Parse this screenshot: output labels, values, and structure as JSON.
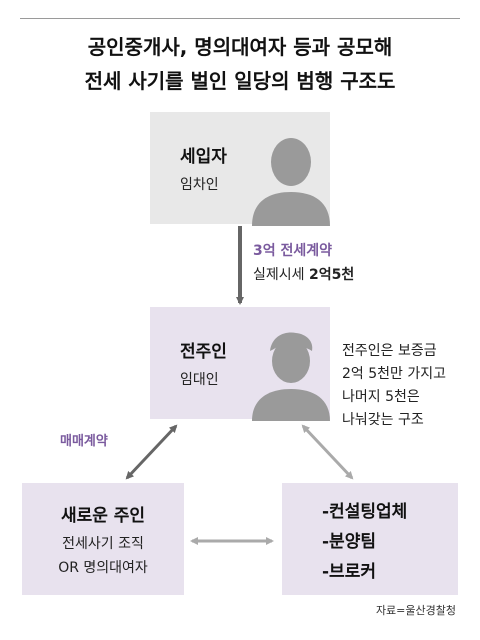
{
  "title": {
    "line1": "공인중개사, 명의대여자 등과 공모해",
    "line2": "전세 사기를 벌인 일당의 범행 구조도"
  },
  "tenant": {
    "role": "세입자",
    "sub": "임차인"
  },
  "lease_label": {
    "line1": "3억 전세계약",
    "line2_prefix": "실제시세 ",
    "line2_value": "2억5천"
  },
  "landlord": {
    "role": "전주인",
    "sub": "임대인"
  },
  "note": {
    "line1": "전주인은 보증금",
    "line2": "2억 5천만 가지고",
    "line3": "나머지 5천은",
    "line4": "나눠갖는 구조"
  },
  "sale_label": "매매계약",
  "new_owner": {
    "role": "새로운 주인",
    "sub1": "전세사기 조직",
    "sub2": "OR 명의대여자"
  },
  "broker": {
    "line1": "-컨설팅업체",
    "line2": "-분양팀",
    "line3": "-브로커"
  },
  "source": "자료=울산경찰청",
  "colors": {
    "gray_box": "#e8e8e8",
    "purple_box": "#e8e2ee",
    "accent": "#7a5a9e",
    "arrow": "#666666",
    "avatar": "#9a9a9a"
  },
  "icons": {
    "person": "person-silhouette-icon"
  }
}
